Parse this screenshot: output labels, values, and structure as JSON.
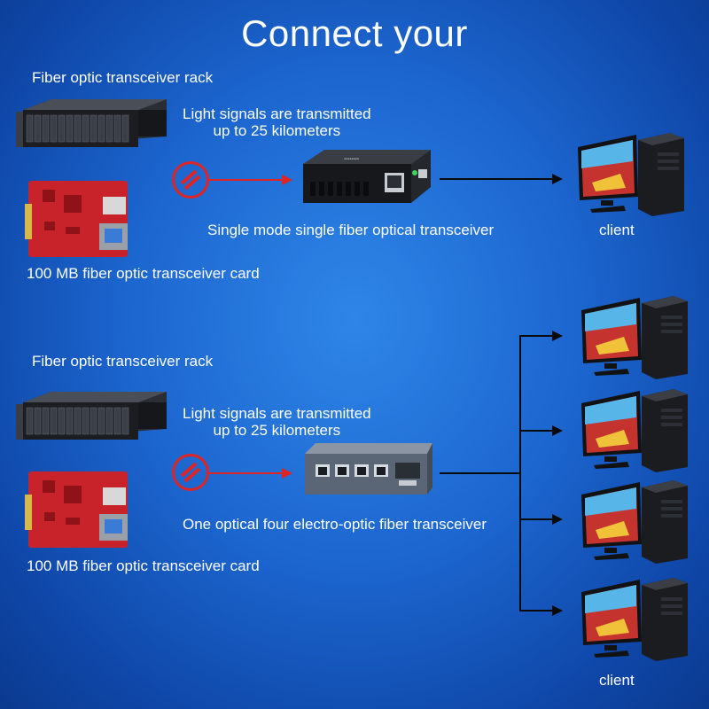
{
  "title": "Connect your",
  "section1": {
    "rack_label": "Fiber optic transceiver rack",
    "signal_label_line1": "Light signals are transmitted",
    "signal_label_line2": "up to 25 kilometers",
    "device_label": "Single mode single fiber optical transceiver",
    "card_label": "100 MB fiber optic transceiver card",
    "client_label": "client"
  },
  "section2": {
    "rack_label": "Fiber optic transceiver rack",
    "signal_label_line1": "Light signals are transmitted",
    "signal_label_line2": "up to 25 kilometers",
    "device_label": "One optical four electro-optic fiber transceiver",
    "card_label": "100 MB fiber optic transceiver card",
    "client_label": "client"
  },
  "colors": {
    "background": "#1c66cf",
    "signal_arrow": "#e02424",
    "link_arrow": "#0a0a0a",
    "text": "#ffffff"
  },
  "icons": [
    "fiber-transceiver-rack",
    "transceiver-card",
    "optical-signal-icon",
    "media-converter",
    "four-port-switch",
    "desktop-computer"
  ]
}
